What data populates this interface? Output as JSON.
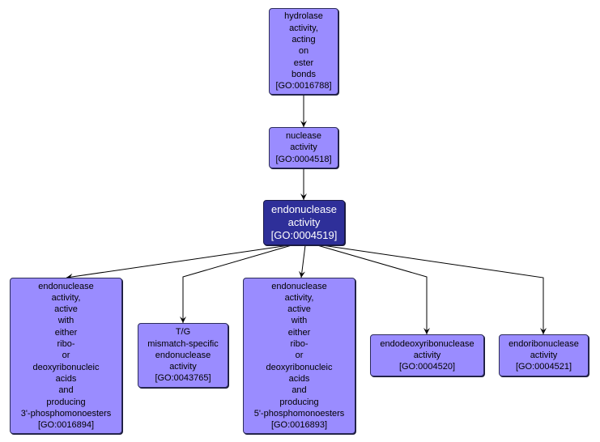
{
  "colors": {
    "node_fill": "#9a8cff",
    "focus_fill": "#2e2f99",
    "focus_text": "#ffffff",
    "edge": "#000000"
  },
  "nodes": [
    {
      "id": "GO:0016788",
      "role": "ancestor",
      "lines": [
        "hydrolase",
        "activity,",
        "acting",
        "on",
        "ester",
        "bonds",
        "[GO:0016788]"
      ]
    },
    {
      "id": "GO:0004518",
      "role": "ancestor",
      "lines": [
        "nuclease",
        "activity",
        "[GO:0004518]"
      ]
    },
    {
      "id": "GO:0004519",
      "role": "focus",
      "lines": [
        "endonuclease",
        "activity",
        "[GO:0004519]"
      ]
    },
    {
      "id": "GO:0016894",
      "role": "child",
      "lines": [
        "endonuclease",
        "activity,",
        "active",
        "with",
        "either",
        "ribo-",
        "or",
        "deoxyribonucleic",
        "acids",
        "and",
        "producing",
        "3'-phosphomonoesters",
        "[GO:0016894]"
      ]
    },
    {
      "id": "GO:0043765",
      "role": "child",
      "lines": [
        "T/G",
        "mismatch-specific",
        "endonuclease",
        "activity",
        "[GO:0043765]"
      ]
    },
    {
      "id": "GO:0016893",
      "role": "child",
      "lines": [
        "endonuclease",
        "activity,",
        "active",
        "with",
        "either",
        "ribo-",
        "or",
        "deoxyribonucleic",
        "acids",
        "and",
        "producing",
        "5'-phosphomonoesters",
        "[GO:0016893]"
      ]
    },
    {
      "id": "GO:0004520",
      "role": "child",
      "lines": [
        "endodeoxyribonuclease",
        "activity",
        "[GO:0004520]"
      ]
    },
    {
      "id": "GO:0004521",
      "role": "child",
      "lines": [
        "endoribonuclease",
        "activity",
        "[GO:0004521]"
      ]
    }
  ],
  "edges": [
    {
      "from": "GO:0016788",
      "to": "GO:0004518"
    },
    {
      "from": "GO:0004518",
      "to": "GO:0004519"
    },
    {
      "from": "GO:0004519",
      "to": "GO:0016894"
    },
    {
      "from": "GO:0004519",
      "to": "GO:0043765"
    },
    {
      "from": "GO:0004519",
      "to": "GO:0016893"
    },
    {
      "from": "GO:0004519",
      "to": "GO:0004520"
    },
    {
      "from": "GO:0004519",
      "to": "GO:0004521"
    }
  ]
}
